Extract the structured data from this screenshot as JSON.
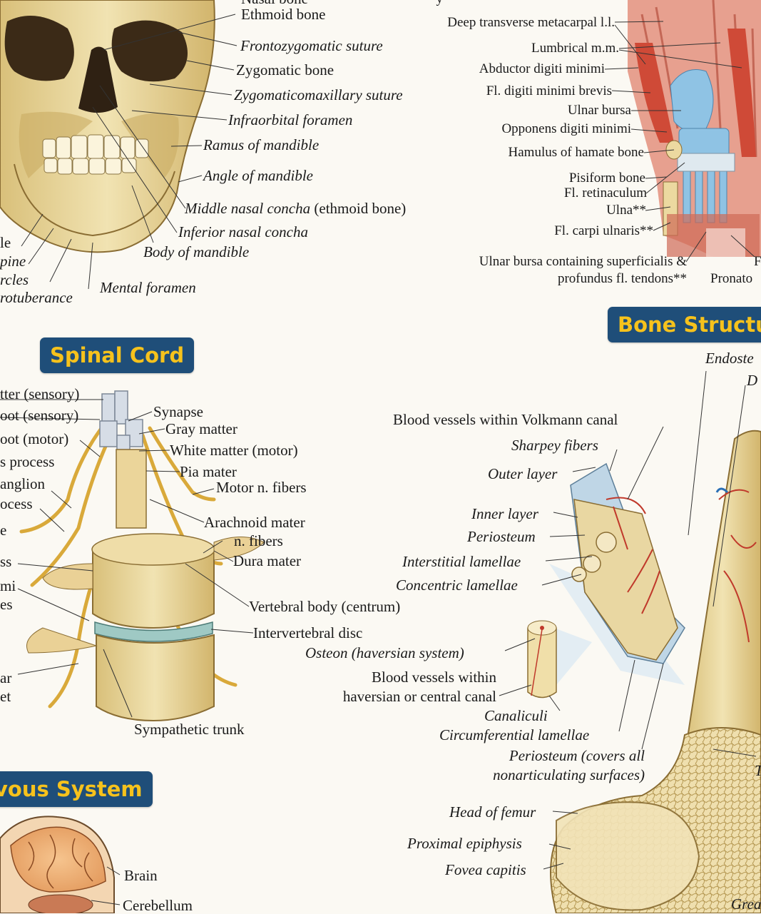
{
  "sections": {
    "spinal_cord": "Spinal Cord",
    "bone_structure": "Bone Structu",
    "nervous_system": "vous System"
  },
  "skull": {
    "nasal_bone": "Nasal bone",
    "ethmoid_bone": "Ethmoid bone",
    "frontozygomatic_suture": "Frontozygomatic suture",
    "zygomatic_bone": "Zygomatic bone",
    "zygomaticomaxillary_suture": "Zygomaticomaxillary suture",
    "infraorbital_foramen": "Infraorbital foramen",
    "ramus_of_mandible": "Ramus of mandible",
    "angle_of_mandible": "Angle of mandible",
    "middle_nasal_concha": "Middle nasal concha",
    "middle_nasal_concha_note": "(ethmoid bone)",
    "inferior_nasal_concha": "Inferior nasal concha",
    "body_of_mandible": "Body of mandible",
    "mental_foramen": "Mental foramen",
    "cut_left_1": "le",
    "cut_left_2": "pine",
    "cut_left_3": "rcles",
    "cut_left_4": "rotuberance"
  },
  "hand": {
    "top_cut": "y",
    "deep_transverse_metacarpal": "Deep transverse metacarpal l.l.",
    "lumbrical": "Lumbrical m.m.",
    "abductor_digiti_minimi": "Abductor digiti minimi",
    "fl_digiti_minimi_brevis": "Fl. digiti minimi brevis",
    "ulnar_bursa": "Ulnar bursa",
    "opponens_digiti_minimi": "Opponens digiti minimi",
    "hamulus_of_hamate": "Hamulus of hamate bone",
    "pisiform_bone": "Pisiform bone",
    "fl_retinaculum": "Fl. retinaculum",
    "ulna": "Ulna**",
    "fl_carpi_ulnaris": "Fl. carpi ulnaris**",
    "ulnar_bursa_containing_1": "Ulnar bursa containing superficialis &",
    "ulnar_bursa_containing_2": "profundus fl. tendons**",
    "cut_f": "F",
    "pronator_cut": "Pronato"
  },
  "spinal": {
    "cut_1": "tter (sensory)",
    "cut_2": "oot (sensory)",
    "cut_3": "oot (motor)",
    "cut_4": "s process",
    "cut_5": "anglion",
    "cut_6": "ocess",
    "cut_7": "e",
    "cut_8": "ss",
    "cut_9": "mi",
    "cut_10": "es",
    "cut_11": "ar",
    "cut_12": "et",
    "synapse": "Synapse",
    "gray_matter": "Gray matter",
    "white_matter_motor": "White matter (motor)",
    "pia_mater": "Pia mater",
    "motor_n_fibers": "Motor n. fibers",
    "arachnoid_mater": "Arachnoid mater",
    "n_fibers": "n. fibers",
    "dura_mater": "Dura mater",
    "vertebral_body": "Vertebral body (centrum)",
    "intervertebral_disc": "Intervertebral disc",
    "sympathetic_trunk": "Sympathetic trunk"
  },
  "bone": {
    "endosteum_cut": "Endoste",
    "d_cut": "D",
    "blood_vessels_volkmann": "Blood vessels within Volkmann canal",
    "sharpey_fibers": "Sharpey fibers",
    "outer_layer": "Outer layer",
    "inner_layer": "Inner layer",
    "periosteum": "Periosteum",
    "interstitial_lamellae": "Interstitial lamellae",
    "concentric_lamellae": "Concentric lamellae",
    "osteon": "Osteon (haversian system)",
    "blood_vessels_haversian_1": "Blood vessels within",
    "blood_vessels_haversian_2": "haversian or central canal",
    "canaliculi": "Canaliculi",
    "circumferential_lamellae": "Circumferential lamellae",
    "periosteum_covers_1": "Periosteum (covers all",
    "periosteum_covers_2": "nonarticulating surfaces)",
    "head_of_femur": "Head of femur",
    "proximal_epiphysis": "Proximal epiphysis",
    "fovea_capitis": "Fovea capitis",
    "cut_t": "T",
    "greater_cut": "Grea"
  },
  "nervous": {
    "brain": "Brain",
    "cerebellum": "Cerebellum"
  },
  "colors": {
    "banner_bg": "#1f4e79",
    "banner_text": "#f6c21c",
    "bone": "#ecd9a0",
    "muscle": "#d8604a",
    "tendon": "#8fc3e4",
    "vessel": "#c0392b"
  }
}
